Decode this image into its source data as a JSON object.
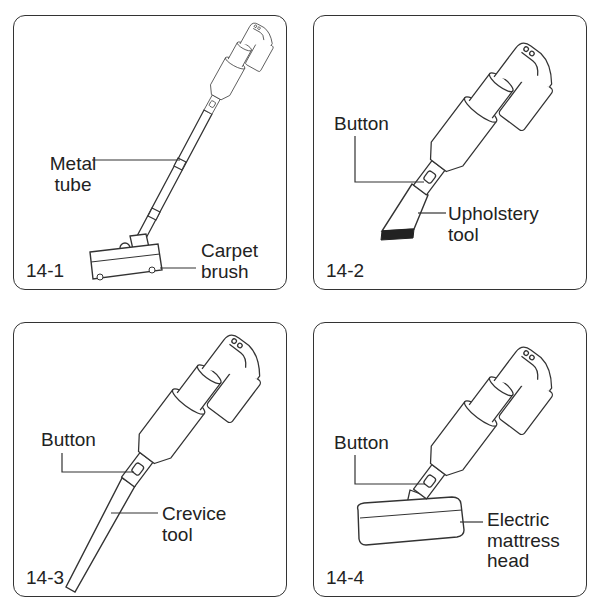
{
  "diagram": {
    "nodes": [
      {
        "text": [
          "Metal tube",
          "Carpet brush",
          "14-1"
        ]
      },
      {
        "text": [
          "Button",
          "Upholstery tool",
          "14-2"
        ]
      },
      {
        "text": [
          "Button",
          "Crevice tool",
          "14-3"
        ]
      },
      {
        "text": [
          "Button",
          "Electric mattress head",
          "14-4"
        ]
      }
    ]
  }
}
